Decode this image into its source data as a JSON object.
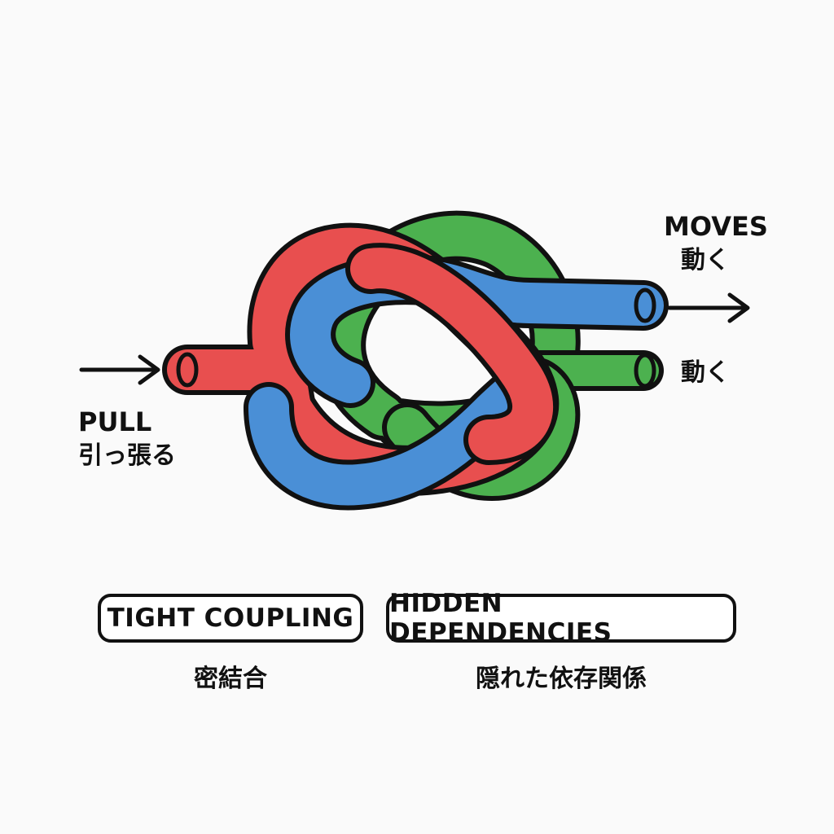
{
  "labels": {
    "pull_en": "PULL",
    "pull_ja": "引っ張る",
    "moves_en": "MOVES",
    "moves_ja": "動く",
    "moves2_ja": "動く"
  },
  "badges": [
    {
      "label": "TIGHT COUPLING",
      "sub": "密結合"
    },
    {
      "label": "HIDDEN DEPENDENCIES",
      "sub": "隠れた依存関係"
    }
  ],
  "colors": {
    "red": "#e84f4f",
    "blue": "#4a8fd6",
    "green": "#4cb14f",
    "outline": "#111111",
    "background": "#fafafa"
  }
}
